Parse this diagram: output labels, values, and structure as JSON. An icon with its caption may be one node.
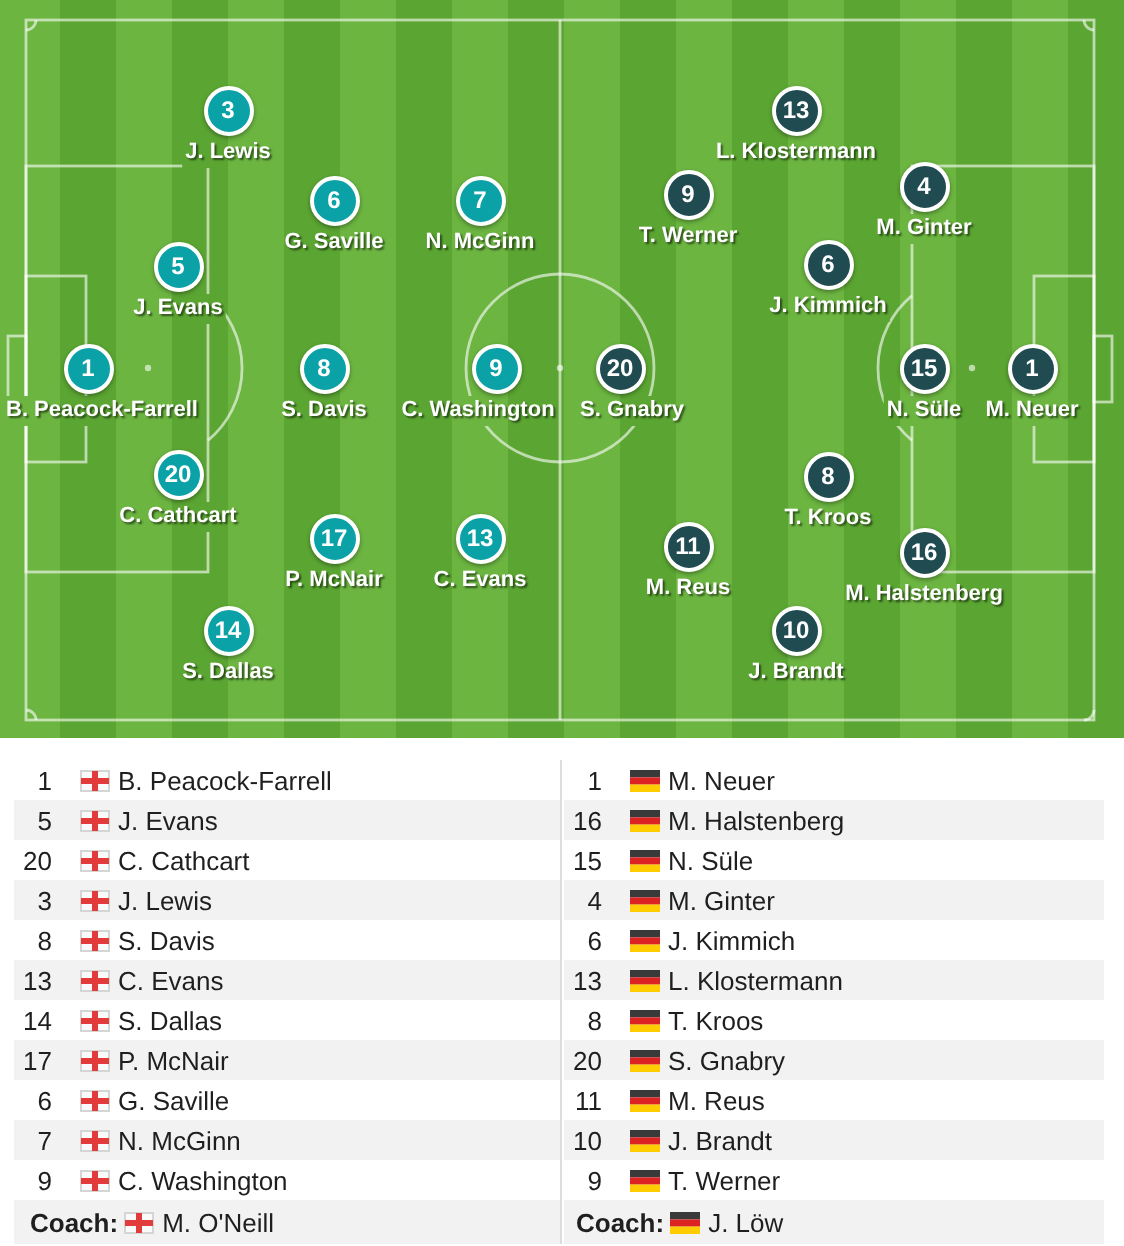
{
  "diagram": {
    "nodes": [
      {
        "text": [
          "1"
        ],
        "beside": [
          "B. Peacock-Farrell"
        ]
      },
      {
        "text": [
          "3"
        ],
        "beside": [
          "J. Lewis"
        ]
      },
      {
        "text": [
          "5"
        ],
        "beside": [
          "J. Evans"
        ]
      },
      {
        "text": [
          "20"
        ],
        "beside": [
          "C. Cathcart"
        ]
      },
      {
        "text": [
          "14"
        ],
        "beside": [
          "S. Dallas"
        ]
      },
      {
        "text": [
          "6"
        ],
        "beside": [
          "G. Saville"
        ]
      },
      {
        "text": [
          "8"
        ],
        "beside": [
          "S. Davis"
        ]
      },
      {
        "text": [
          "17"
        ],
        "beside": [
          "P. McNair"
        ]
      },
      {
        "text": [
          "7"
        ],
        "beside": [
          "N. McGinn"
        ]
      },
      {
        "text": [
          "9"
        ],
        "beside": [
          "C. Washington"
        ]
      },
      {
        "text": [
          "13"
        ],
        "beside": [
          "C. Evans"
        ]
      },
      {
        "text": [
          "20"
        ],
        "beside": [
          "S. Gnabry"
        ]
      },
      {
        "text": [
          "9"
        ],
        "beside": [
          "T. Werner"
        ]
      },
      {
        "text": [
          "11"
        ],
        "beside": [
          "M. Reus"
        ]
      },
      {
        "text": [
          "13"
        ],
        "beside": [
          "L. Klostermann"
        ]
      },
      {
        "text": [
          "6"
        ],
        "beside": [
          "J. Kimmich"
        ]
      },
      {
        "text": [
          "8"
        ],
        "beside": [
          "T. Kroos"
        ]
      },
      {
        "text": [
          "10"
        ],
        "beside": [
          "J. Brandt"
        ]
      },
      {
        "text": [
          "4"
        ],
        "beside": [
          "M. Ginter"
        ]
      },
      {
        "text": [
          "15"
        ],
        "beside": [
          "N. Süle"
        ]
      },
      {
        "text": [
          "16"
        ],
        "beside": [
          "M. Halstenberg"
        ]
      },
      {
        "text": [
          "1"
        ],
        "beside": [
          "M. Neuer"
        ]
      }
    ],
    "labels": [
      "1",
      "B. Peacock-Farrell",
      "1",
      "M. Neuer",
      "5",
      "J. Evans",
      "16",
      "M. Halstenberg",
      "20",
      "C. Cathcart",
      "15",
      "N. Süle",
      "3",
      "J. Lewis",
      "4",
      "M. Ginter",
      "8",
      "S. Davis",
      "6",
      "J. Kimmich",
      "13",
      "C. Evans",
      "13",
      "L. Klostermann",
      "14",
      "S. Dallas",
      "8",
      "T. Kroos",
      "17",
      "P. McNair",
      "20",
      "S. Gnabry",
      "6",
      "G. Saville",
      "11",
      "M. Reus",
      "7",
      "N. McGinn",
      "10",
      "J. Brandt",
      "9",
      "C. Washington",
      "9",
      "T. Werner",
      "Coach:",
      "M. O'Neill",
      "Coach:",
      "J. Löw"
    ]
  }
}
